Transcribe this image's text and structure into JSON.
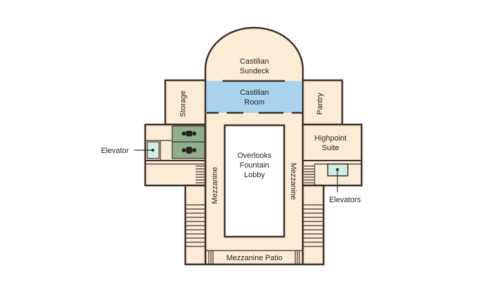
{
  "floor_plan": {
    "rooms": {
      "sundeck_line1": "Castilian",
      "sundeck_line2": "Sundeck",
      "room_line1": "Castilian",
      "room_line2": "Room",
      "storage": "Storage",
      "pantry": "Pantry",
      "suite_line1": "Highpoint",
      "suite_line2": "Suite",
      "lobby_line1": "Overlooks",
      "lobby_line2": "Fountain",
      "lobby_line3": "Lobby",
      "mezzanine_left": "Mezzanine",
      "mezzanine_right": "Mezzanine",
      "patio": "Mezzanine Patio"
    },
    "callouts": {
      "elevator_left": "Elevator",
      "elevators_right": "Elevators"
    },
    "colors": {
      "floor": "#fbecd5",
      "castilian_room": "#a9d3ee",
      "restroom": "#8fae8c",
      "elevator": "#cfeee6",
      "wall": "#3b2f2a"
    }
  }
}
